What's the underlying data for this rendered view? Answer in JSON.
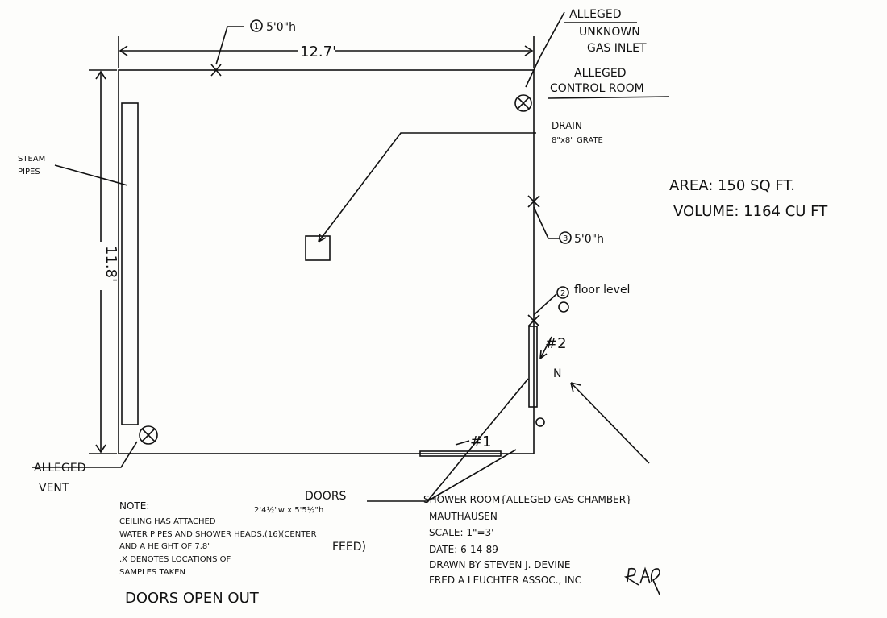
{
  "title": "SHOWER ROOM{ALLEGED GAS CHAMBER}",
  "location": "MAUTHAUSEN",
  "scale": "SCALE: 1\"=3'",
  "date": "DATE: 6-14-89",
  "drawn_by": "DRAWN BY STEVEN J. DEVINE",
  "company": "FRED A LEUCHTER ASSOC., INC",
  "initials": "RAL",
  "dimensions": {
    "width": "12.7'",
    "length": "11.8'"
  },
  "area": "AREA: 150 SQ FT.",
  "volume": "VOLUME: 1164 CU FT",
  "labels": {
    "gas_inlet": [
      "ALLEGED",
      "UNKNOWN",
      "GAS INLET"
    ],
    "control_room": [
      "ALLEGED",
      "CONTROL ROOM"
    ],
    "drain": [
      "DRAIN",
      "8\"x8\" GRATE"
    ],
    "steam_pipes": [
      "STEAM",
      "PIPES"
    ],
    "vent": [
      "ALLEGED",
      "VENT"
    ],
    "doors": [
      "DOORS",
      "2'4½\"w x 5'5½\"h"
    ],
    "north": "N",
    "door1": "#1",
    "door2": "#2"
  },
  "samples": [
    {
      "num": "1",
      "label": "5'0\"h"
    },
    {
      "num": "2",
      "label": "floor level"
    },
    {
      "num": "3",
      "label": "5'0\"h"
    }
  ],
  "note": {
    "heading": "NOTE:",
    "lines": [
      "CEILING HAS ATTACHED",
      "WATER PIPES AND SHOWER HEADS,(16)(CENTER",
      "AND A HEIGHT OF 7.8'",
      ".X DENOTES LOCATIONS OF",
      "SAMPLES TAKEN"
    ],
    "feed": "FEED)"
  },
  "doors_open": "DOORS OPEN OUT"
}
